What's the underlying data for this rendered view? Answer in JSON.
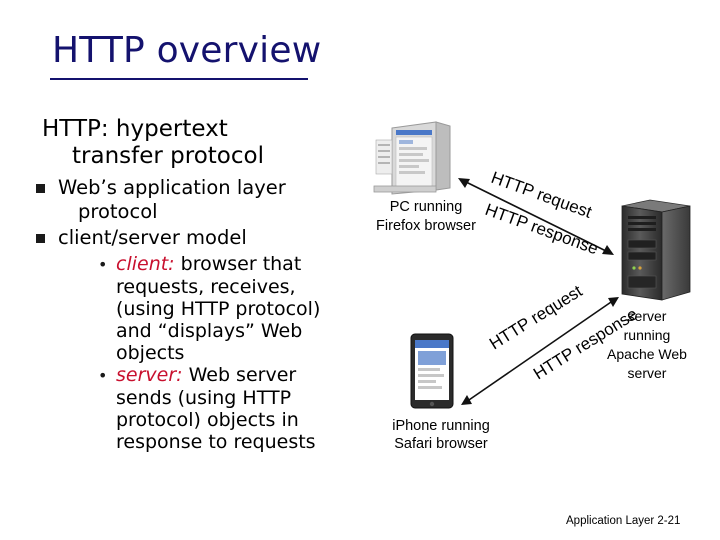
{
  "slide": {
    "title": "HTTP overview",
    "heading_line1": "HTTP: hypertext",
    "heading_line2": "transfer protocol",
    "bullets": [
      {
        "lines": [
          "Web’s application layer",
          "protocol"
        ]
      },
      {
        "lines": [
          "client/server model"
        ]
      }
    ],
    "sub_bullets": [
      {
        "term": "client:",
        "lines": [
          " browser that",
          "requests, receives,",
          "(using HTTP protocol)",
          "and “displays” Web",
          "objects"
        ]
      },
      {
        "term": "server:",
        "lines": [
          " Web server",
          "sends (using HTTP",
          "protocol) objects in",
          "response to requests"
        ]
      }
    ],
    "footer": "Application Layer 2-21"
  },
  "diagram": {
    "pc_caption": [
      "PC running",
      "Firefox browser"
    ],
    "iphone_caption": [
      "iPhone running",
      "Safari browser"
    ],
    "server_caption": [
      "server",
      "running",
      "Apache Web",
      "server"
    ],
    "arrow_labels": {
      "pc_request": "HTTP request",
      "pc_response": "HTTP response",
      "iphone_request": "HTTP request",
      "iphone_response": "HTTP response"
    },
    "colors": {
      "title": "#14126e",
      "client_server_terms": "#c8102e",
      "server_body": "#3f3f3f",
      "screen_blue": "#4a78c8"
    },
    "icons": [
      "desktop-pc-icon",
      "iphone-icon",
      "server-tower-icon",
      "bidirectional-arrow-icon"
    ]
  }
}
